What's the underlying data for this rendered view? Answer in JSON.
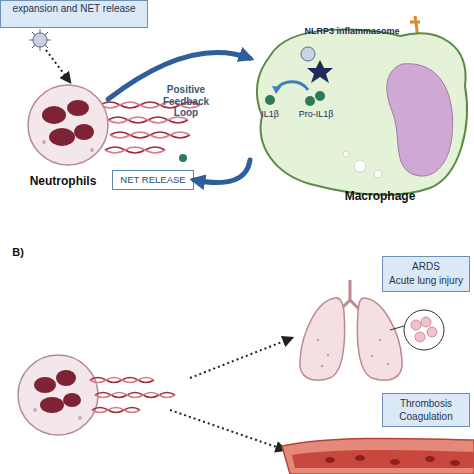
{
  "diagram": {
    "nodes": [
      {
        "text": [
          "expansion and NET release"
        ]
      },
      {
        "text": [
          "Neutrophils"
        ]
      },
      {
        "text": [
          "NLRP3 inflammasome",
          "IL1β",
          "Pro-IL1β",
          "Macrophage"
        ]
      },
      {
        "text": [
          "NET RELEASE"
        ]
      },
      {
        "text": [
          "ARDS",
          "Acute lung injury"
        ]
      },
      {
        "text": [
          "Thrombosis",
          "Coagulation"
        ]
      }
    ],
    "edges": [
      {
        "from": 1,
        "to": 2,
        "arrow": "to"
      },
      {
        "from": 2,
        "to": 3,
        "arrow": "to"
      }
    ],
    "labels": [
      "Positive Feedback Loop",
      "B)"
    ]
  }
}
